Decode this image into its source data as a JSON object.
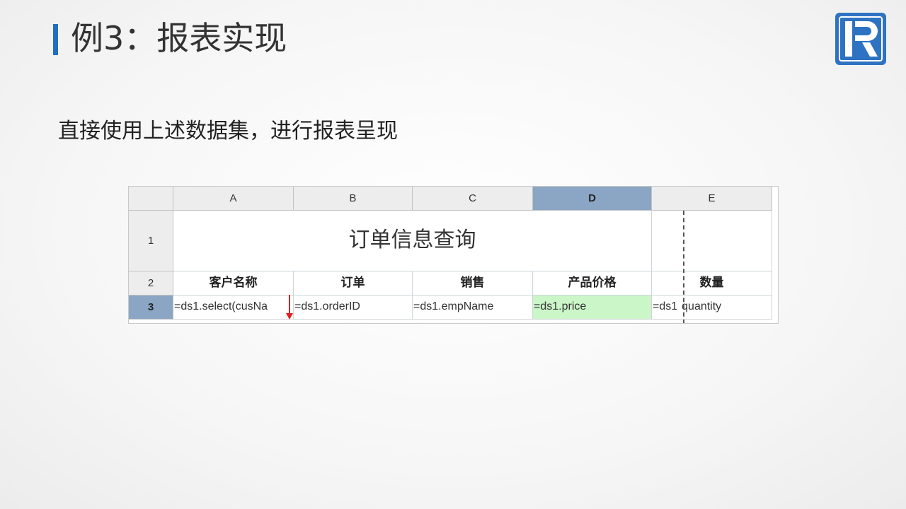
{
  "slide": {
    "title": "例3：报表实现",
    "subtitle": "直接使用上述数据集，进行报表呈现",
    "accent_color": "#1f6ec4",
    "logo_icon": "R-logo-icon"
  },
  "sheet": {
    "columns": [
      "A",
      "B",
      "C",
      "D",
      "E"
    ],
    "selected_column": "D",
    "rows": [
      "1",
      "2",
      "3"
    ],
    "selected_row": "3",
    "report_title": "订单信息查询",
    "headers": [
      "客户名称",
      "订单",
      "销售",
      "产品价格",
      "数量"
    ],
    "expressions": [
      "=ds1.select(cusNa",
      "=ds1.orderID",
      "=ds1.empName",
      "=ds1.price",
      "=ds1",
      "quantity"
    ],
    "highlight_color": "#cbf6c8",
    "selected_color": "#8aa6c4",
    "expand_icon": "down-arrow-icon"
  }
}
